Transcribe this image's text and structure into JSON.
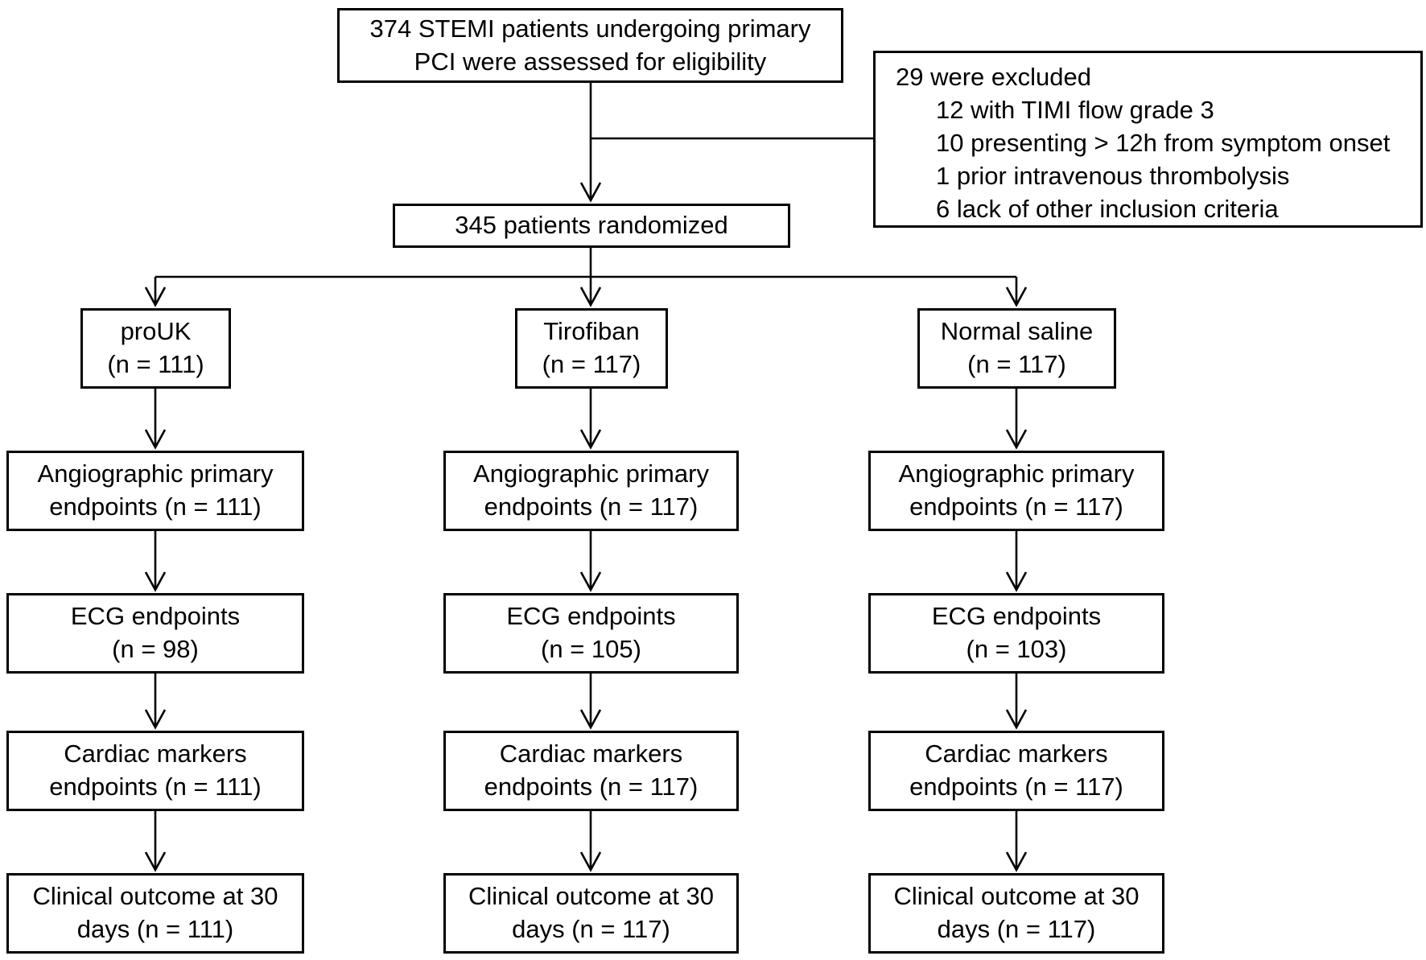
{
  "palette": {
    "ink": "#000000",
    "paper": "#ffffff"
  },
  "flow": {
    "assessed": "374 STEMI patients undergoing primary\nPCI were assessed for eligibility",
    "excluded": {
      "title": "29 were excluded",
      "reasons": [
        "12 with TIMI flow grade 3",
        "10 presenting > 12h from symptom onset",
        "1 prior intravenous thrombolysis",
        "6 lack of other inclusion criteria"
      ]
    },
    "randomized": "345 patients randomized",
    "columns": [
      {
        "arm_name": "proUK",
        "arm": "proUK\n(n = 111)",
        "angiographic": "Angiographic primary\nendpoints (n = 111)",
        "ecg": "ECG endpoints\n(n = 98)",
        "cardiac": "Cardiac markers\nendpoints (n = 111)",
        "clinical": "Clinical outcome at 30\ndays (n = 111)"
      },
      {
        "arm_name": "Tirofiban",
        "arm": "Tirofiban\n(n = 117)",
        "angiographic": "Angiographic primary\nendpoints (n = 117)",
        "ecg": "ECG endpoints\n(n = 105)",
        "cardiac": "Cardiac markers\nendpoints (n = 117)",
        "clinical": "Clinical outcome at 30\ndays (n = 117)"
      },
      {
        "arm_name": "Normal saline",
        "arm": "Normal saline\n(n = 117)",
        "angiographic": "Angiographic primary\nendpoints (n = 117)",
        "ecg": "ECG endpoints\n(n = 103)",
        "cardiac": "Cardiac markers\nendpoints (n = 117)",
        "clinical": "Clinical outcome at 30\ndays (n = 117)"
      }
    ]
  }
}
